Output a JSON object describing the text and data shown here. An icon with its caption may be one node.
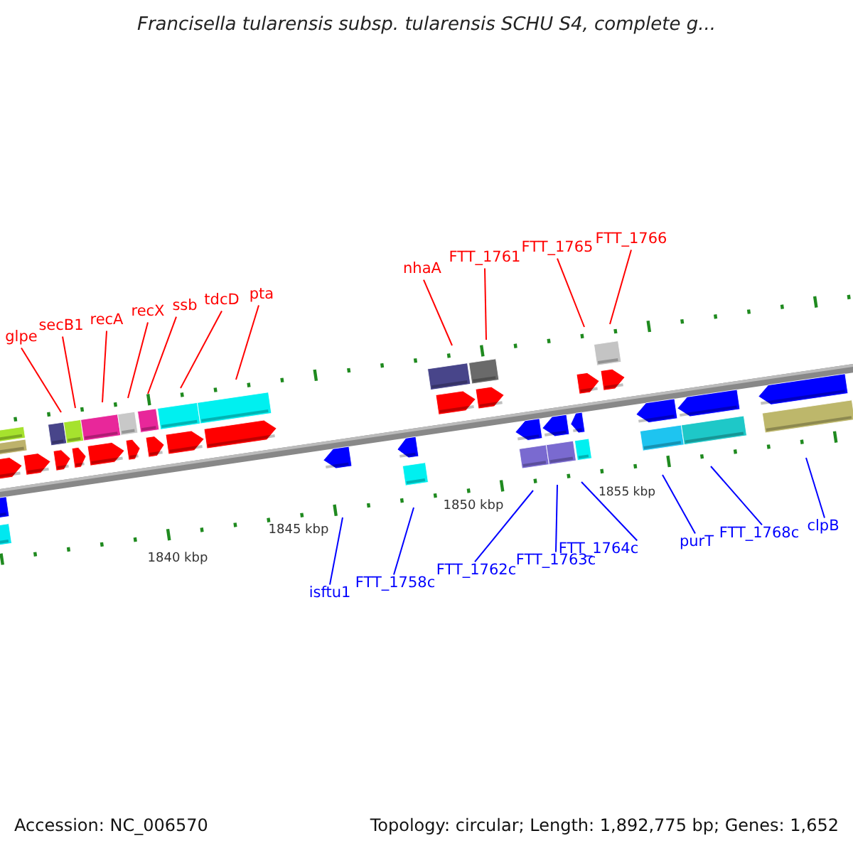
{
  "diagram": {
    "title": "Francisella tularensis subsp. tularensis SCHU S4, complete g...",
    "nodes": [
      {
        "text": [
          "glpe"
        ]
      },
      {
        "text": [
          "secB1"
        ]
      },
      {
        "text": [
          "recA"
        ]
      },
      {
        "text": [
          "recX"
        ]
      },
      {
        "text": [
          "ssb"
        ]
      },
      {
        "text": [
          "tdcD"
        ]
      },
      {
        "text": [
          "pta"
        ]
      },
      {
        "text": [
          "nhaA"
        ]
      },
      {
        "text": [
          "FTT_1761"
        ]
      },
      {
        "text": [
          "FTT_1765"
        ]
      },
      {
        "text": [
          "FTT_1766"
        ]
      },
      {
        "text": [
          "isftu1"
        ]
      },
      {
        "text": [
          "FTT_1758c"
        ]
      },
      {
        "text": [
          "FTT_1762c"
        ]
      },
      {
        "text": [
          "FTT_1763c"
        ]
      },
      {
        "text": [
          "FTT_1764c"
        ]
      },
      {
        "text": [
          "purT"
        ]
      },
      {
        "text": [
          "FTT_1768c"
        ]
      },
      {
        "text": [
          "clpB"
        ]
      }
    ],
    "edges": [
      {
        "from": 0,
        "to": null,
        "arrow": "none"
      },
      {
        "from": 1,
        "to": null,
        "arrow": "none"
      },
      {
        "from": 2,
        "to": null,
        "arrow": "none"
      },
      {
        "from": 3,
        "to": null,
        "arrow": "none"
      },
      {
        "from": 4,
        "to": null,
        "arrow": "none"
      },
      {
        "from": 5,
        "to": null,
        "arrow": "none"
      },
      {
        "from": 6,
        "to": null,
        "arrow": "none"
      },
      {
        "from": 7,
        "to": null,
        "arrow": "none"
      },
      {
        "from": 8,
        "to": null,
        "arrow": "none"
      },
      {
        "from": 9,
        "to": null,
        "arrow": "none"
      },
      {
        "from": 10,
        "to": null,
        "arrow": "none"
      },
      {
        "from": 11,
        "to": null,
        "arrow": "none",
        "color": "#0000ff"
      },
      {
        "from": 12,
        "to": null,
        "arrow": "none",
        "color": "#0000ff"
      },
      {
        "from": 13,
        "to": null,
        "arrow": "none",
        "color": "#0000ff"
      },
      {
        "from": 14,
        "to": null,
        "arrow": "none",
        "color": "#0000ff"
      },
      {
        "from": 15,
        "to": null,
        "arrow": "none",
        "color": "#0000ff"
      },
      {
        "from": 16,
        "to": null,
        "arrow": "none",
        "color": "#0000ff"
      },
      {
        "from": 17,
        "to": null,
        "arrow": "none",
        "color": "#0000ff"
      },
      {
        "from": 18,
        "to": null,
        "arrow": "none",
        "color": "#0000ff"
      }
    ],
    "labels": [
      "1840 kbp",
      "1845 kbp",
      "1850 kbp",
      "1855 kbp",
      "Accession: NC_006570",
      "Topology: circular; Length: 1,892,775 bp; Genes: 1,652"
    ]
  }
}
